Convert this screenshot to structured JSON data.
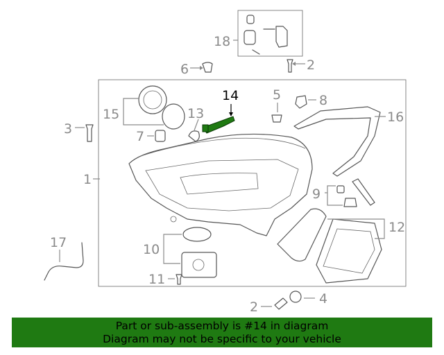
{
  "callouts": {
    "c1": "1",
    "c2a": "2",
    "c2b": "2",
    "c3": "3",
    "c4": "4",
    "c5": "5",
    "c6": "6",
    "c7": "7",
    "c8": "8",
    "c9": "9",
    "c10": "10",
    "c11": "11",
    "c12": "12",
    "c13": "13",
    "c14": "14",
    "c15": "15",
    "c16": "16",
    "c17": "17",
    "c18": "18"
  },
  "highlight": {
    "part_number": "14",
    "color": "#1f7a12"
  },
  "banner": {
    "line1": "Part or sub-assembly is #14 in diagram",
    "line2": "Diagram may not be specific to your vehicle",
    "background": "#1f7a12"
  }
}
